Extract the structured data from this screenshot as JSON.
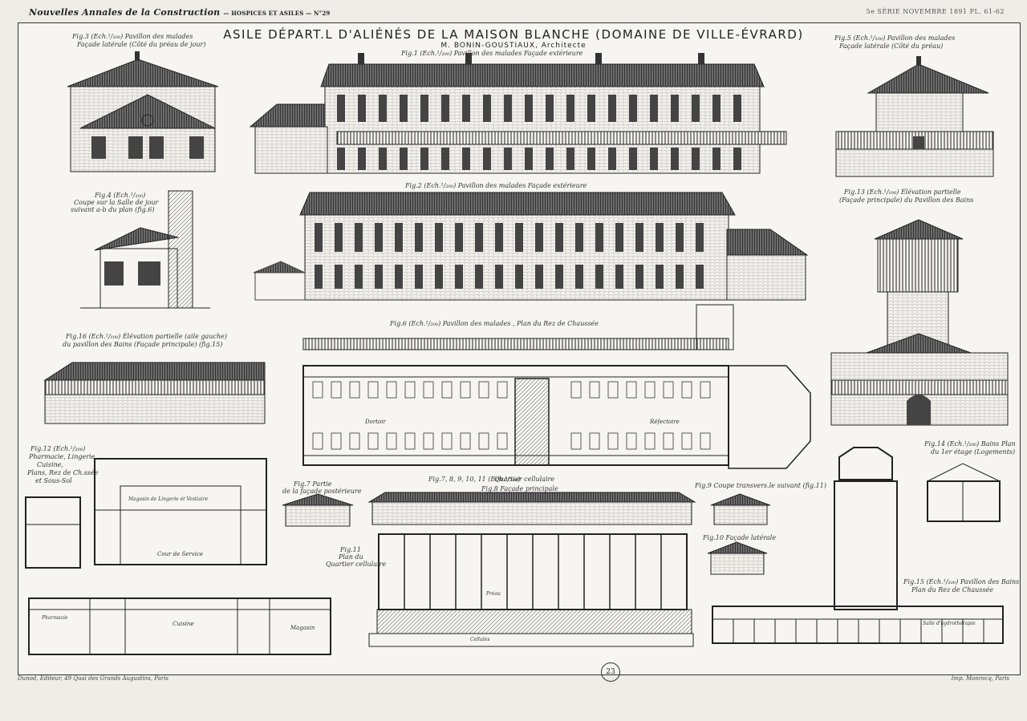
{
  "header": {
    "journal": "Nouvelles Annales de la Construction",
    "section": "HOSPICES ET ASILES",
    "number": "N°29",
    "issue_text": "5e SÉRIE   NOVEMBRE 1891   PL. 61-62",
    "title": "ASILE DÉPART.L D'ALIÉNÉS DE LA MAISON BLANCHE (DOMAINE DE VILLE-ÉVRARD)",
    "architect": "M. BONIN-GOUSTIAUX, Architecte"
  },
  "captions": {
    "fig1": "Fig.1 (Ech.¹/₂₀₀) Pavillon des malades   Façade extérieure",
    "fig2": "Fig.2 (Ech.¹/₂₀₀) Pavillon des malades   Façade extérieure",
    "fig3": "Fig.3 (Ech.¹/₁₀₀) Pavillon des malades",
    "fig3b": "Façade latérale (Côté du préau de jour)",
    "fig4": "Fig.4 (Ech.¹/₁₀₀)",
    "fig4b": "Coupe sur la Salle de jour",
    "fig4c": "suivant a-b du plan (fig.6)",
    "fig5": "Fig.5 (Ech.¹/₁₀₀) Pavillon des malades",
    "fig5b": "Façade latérale (Côté du préau)",
    "fig6": "Fig.6 (Ech.¹/₂₀₀) Pavillon des malades , Plan du Rez de Chaussée",
    "fig7": "Fig.7 Partie",
    "fig7b": "de la façade postérieure",
    "fig8": "Fig.8 Façade principale",
    "fig789": "Fig.7, 8, 9, 10, 11 (Ech.¹/₂₀₀)",
    "fig789b": "Quartier cellulaire",
    "fig9": "Fig.9 Coupe transvers.le suivant (fig.11)",
    "fig10": "Fig.10 Façade latérale",
    "fig11": "Fig.11",
    "fig11b": "Plan du",
    "fig11c": "Quartier cellulaire",
    "fig12": "Fig.12 (Ech.¹/₂₀₀)",
    "fig12b": "Pharmacie, Lingerie,",
    "fig12c": "Cuisine,",
    "fig12d": "Plans, Rez de Ch.ssée",
    "fig12e": "et Sous-Sol",
    "fig13": "Fig.13 (Ech.¹/₁₀₀) Élévation partielle",
    "fig13b": "(Façade principale) du Pavillon des Bains",
    "fig14": "Fig.14 (Ech.¹/₂₀₀) Bains Plan",
    "fig14b": "du 1er étage (Logements)",
    "fig15": "Fig.15 (Ech.¹/₂₀₀) Pavillon des Bains",
    "fig15b": "Plan du Rez de Chaussée",
    "fig16": "Fig.16 (Ech.¹/₁₀₀) Élévation partielle (aile gauche)",
    "fig16b": "du pavillon des Bains (Façade principale) (fig.15)"
  },
  "room_labels": {
    "dortoir": "Dortoir",
    "refectoire": "Réfectoire",
    "cuisine": "Cuisine",
    "magasin": "Magasin",
    "cour": "Cour de Service",
    "lingerie": "Magasin de Lingerie et Vestiaire",
    "pharmacie": "Pharmacie",
    "hydro": "Salle d'hydrothérapie",
    "preau": "Préau",
    "cellules": "Cellules"
  },
  "footer": {
    "imprint_left": "Dunod, Éditeur, 49 Quai des Grands Augustins, Paris",
    "imprint_right": "Imp. Monrocq, Paris",
    "page_number": "23"
  },
  "colors": {
    "ink": "#222222",
    "paper": "#f6f5f1",
    "roof": "#3a3a3a",
    "wall": "#8a8a8a"
  }
}
